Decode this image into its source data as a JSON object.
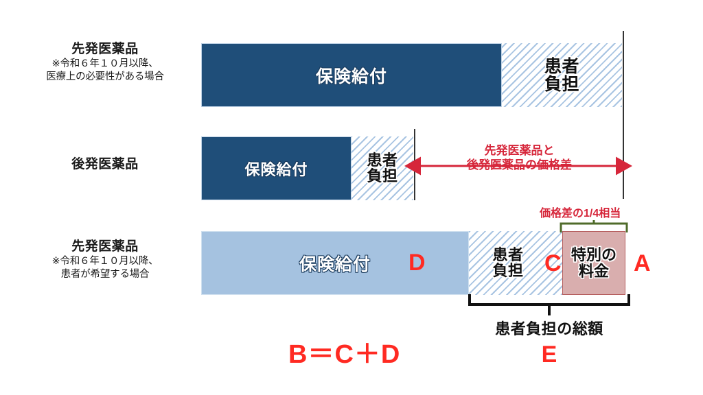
{
  "rows": [
    {
      "id": "brand-medically-necessary",
      "title": "先発医薬品",
      "note_line1": "※令和６年１０月以降、",
      "note_line2": "医療上の必要性がある場合",
      "benefit_label": "保険給付",
      "burden_line1": "患者",
      "burden_line2": "負担"
    },
    {
      "id": "generic",
      "title": "後発医薬品",
      "note_line1": "",
      "note_line2": "",
      "benefit_label": "保険給付",
      "burden_line1": "患者",
      "burden_line2": "負担"
    },
    {
      "id": "brand-patient-request",
      "title": "先発医薬品",
      "note_line1": "※令和６年１０月以降、",
      "note_line2": "患者が希望する場合",
      "benefit_label": "保険給付",
      "burden_line1": "患者",
      "burden_line2": "負担",
      "special_fee_line1": "特別の",
      "special_fee_line2": "料金"
    }
  ],
  "annotations": {
    "price_gap_line1": "先発医薬品と",
    "price_gap_line2": "後発医薬品の価格差",
    "quarter_of_gap": "価格差の1/4相当",
    "total_burden_caption": "患者負担の総額"
  },
  "markers": {
    "a": "A",
    "c": "C",
    "d": "D",
    "e": "E",
    "formula": "B＝C＋D"
  },
  "colors": {
    "bar_dark_blue": "#1f4e79",
    "bar_light_blue": "#a5c2e0",
    "hatch_blue": "#a8c4e2",
    "special_fee_fill": "#d9aeae",
    "special_fee_border": "#b55d5d",
    "annotation_red": "#d6263a",
    "marker_red": "#ff2a22",
    "bracket_green": "#4f6b2a",
    "bracket_black": "#111111",
    "background": "#ffffff"
  }
}
